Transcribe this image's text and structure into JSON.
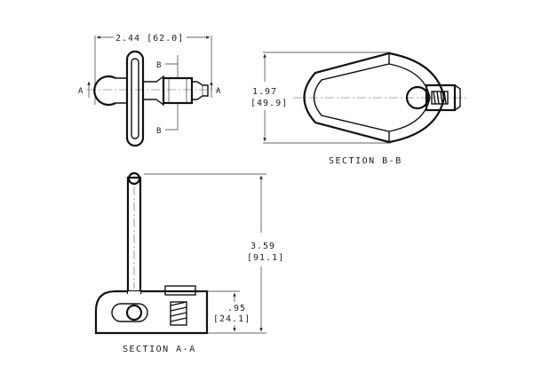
{
  "top_view": {
    "width_dim": "2.44 [62.0]",
    "section_a_left": "A",
    "section_a_right": "A",
    "section_b_top": "B",
    "section_b_bottom": "B"
  },
  "section_bb": {
    "height_dim_in": "1.97",
    "height_dim_mm": "[49.9]",
    "caption": "SECTION B-B"
  },
  "section_aa": {
    "height_dim_in": "3.59",
    "height_dim_mm": "[91.1]",
    "base_dim_in": ".95",
    "base_dim_mm": "[24.1]",
    "caption": "SECTION A-A"
  }
}
